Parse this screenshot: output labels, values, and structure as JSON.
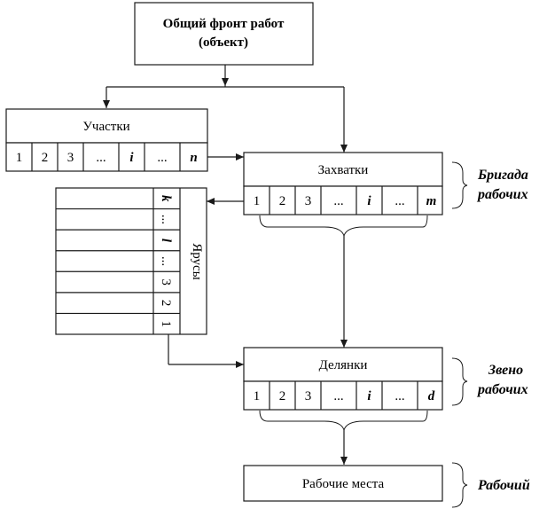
{
  "top_box": {
    "line1": "Общий фронт работ",
    "line2": "(объект)"
  },
  "uchastki": {
    "title": "Участки",
    "cells": [
      "1",
      "2",
      "3",
      "...",
      "i",
      "...",
      "n"
    ],
    "italic_cells": [
      4,
      6
    ]
  },
  "zakhvatki": {
    "title": "Захватки",
    "cells": [
      "1",
      "2",
      "3",
      "...",
      "i",
      "...",
      "m"
    ],
    "italic_cells": [
      4,
      6
    ]
  },
  "yarusy": {
    "title": "Ярусы",
    "cells_top_to_bottom": [
      "k",
      "...",
      "l",
      "...",
      "3",
      "2",
      "1"
    ],
    "italic_cells": [
      0,
      2
    ]
  },
  "delyanki": {
    "title": "Делянки",
    "cells": [
      "1",
      "2",
      "3",
      "...",
      "i",
      "...",
      "d"
    ],
    "italic_cells": [
      4,
      6
    ]
  },
  "rabochie_mesta": {
    "title": "Рабочие места"
  },
  "side_labels": {
    "brigada": [
      "Бригада",
      "рабочих"
    ],
    "zveno": [
      "Звено",
      "рабочих"
    ],
    "rabochiy": [
      "Рабочий"
    ]
  }
}
